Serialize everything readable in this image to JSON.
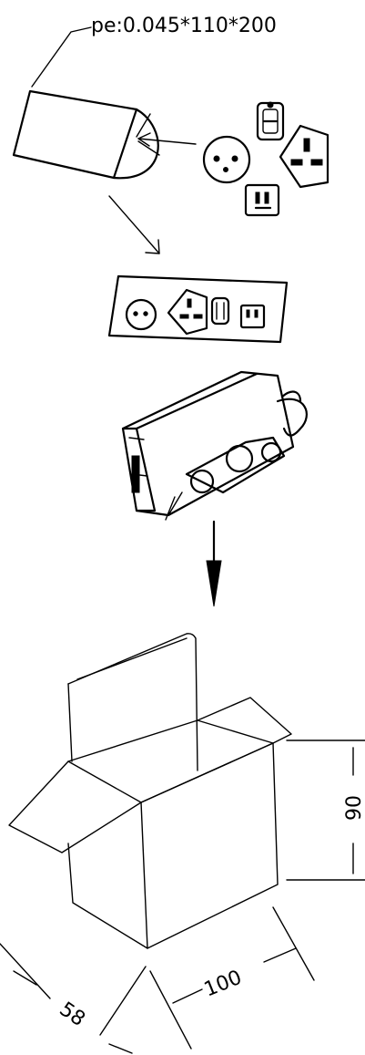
{
  "spec_label": "pe:0.045*110*200",
  "dimensions": {
    "height": "90",
    "length": "100",
    "width": "58"
  },
  "colors": {
    "ink": "#000000",
    "background": "#ffffff"
  },
  "icons": [
    "pe-bag",
    "round-pin-plug",
    "uk-plug",
    "us-plug",
    "eu-plug",
    "arrow",
    "adapter-card",
    "power-adapter",
    "down-arrow",
    "open-carton-box"
  ]
}
